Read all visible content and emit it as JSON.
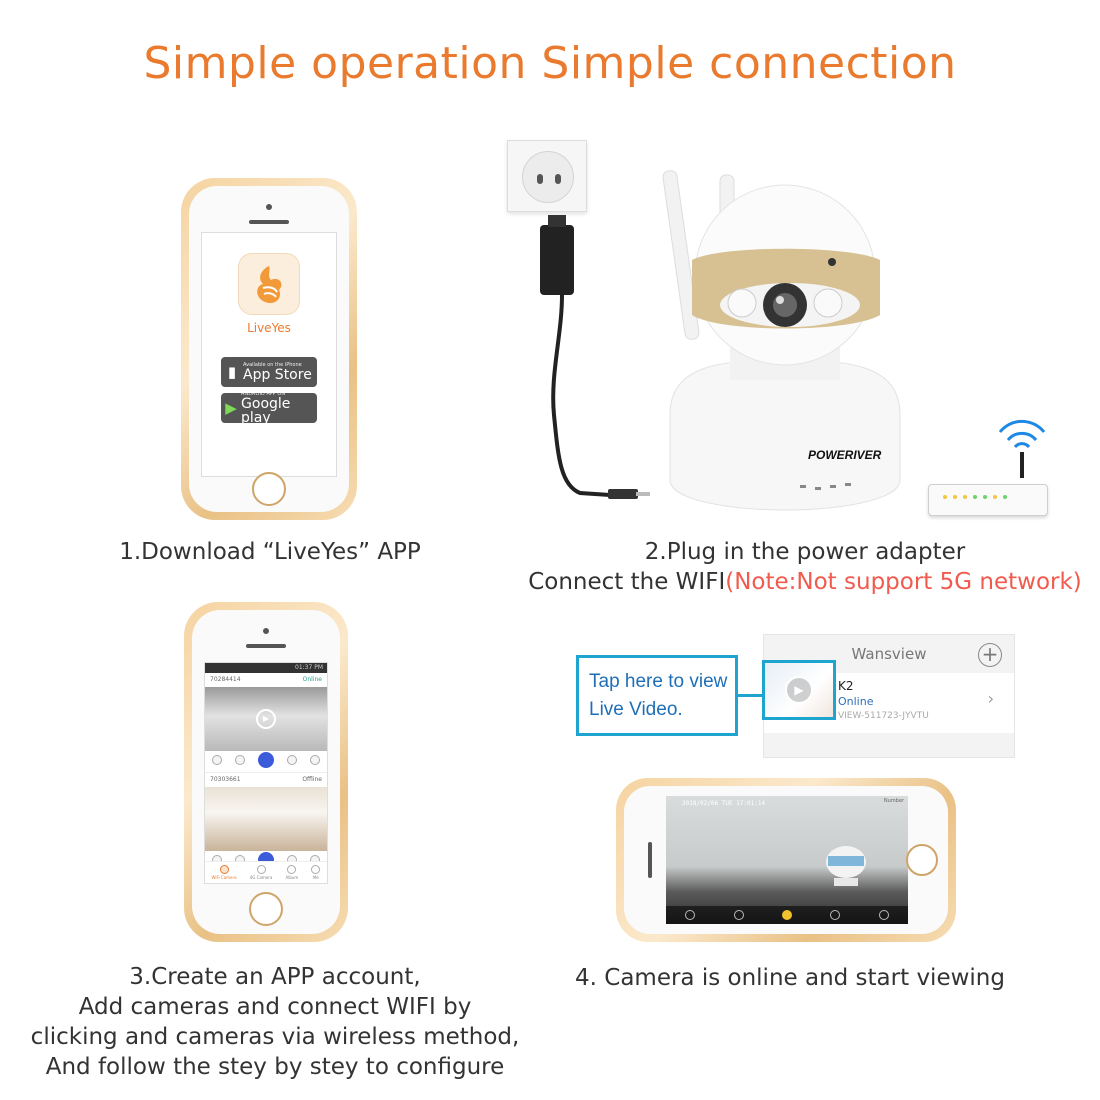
{
  "title": "Simple operation Simple connection",
  "step1": {
    "caption": "1.Download “LiveYes” APP",
    "app_name": "LiveYes",
    "appstore_small": "Available on the iPhone",
    "appstore_big": "App Store",
    "google_small": "ANDROID APP ON",
    "google_big": "Google play"
  },
  "step2": {
    "caption_line1": "2.Plug in the power adapter",
    "caption_line2": "Connect the WIFI",
    "note": "(Note:Not support 5G network)",
    "brand": "POWERIVER"
  },
  "step3": {
    "caption_lines": [
      "3.Create an APP account,",
      "Add cameras and connect WIFI by",
      "clicking and cameras via wireless method,",
      "And follow the stey by stey to configure"
    ],
    "status_time": "01:37 PM",
    "cameras": [
      {
        "id": "70284414",
        "status": "Online"
      },
      {
        "id": "70303661",
        "status": "Offline"
      }
    ],
    "tabs": [
      "WiFi Camera",
      "4G Camera",
      "Album",
      "Me"
    ]
  },
  "step4": {
    "caption": "4. Camera is online and start viewing",
    "list_title": "Wansview",
    "plus": "+",
    "device_name": "K2",
    "device_status": "Online",
    "device_id": "VIEW-511723-JYVTU",
    "tap_line1": "Tap here to view",
    "tap_line2": "Live Video.",
    "osd": "2018/02/06 TUE 17:01:14",
    "osd_brand": "Number"
  },
  "colors": {
    "title_orange": "#e97a2e",
    "note_red": "#f15a4d",
    "callout_blue": "#1ea5cf"
  }
}
